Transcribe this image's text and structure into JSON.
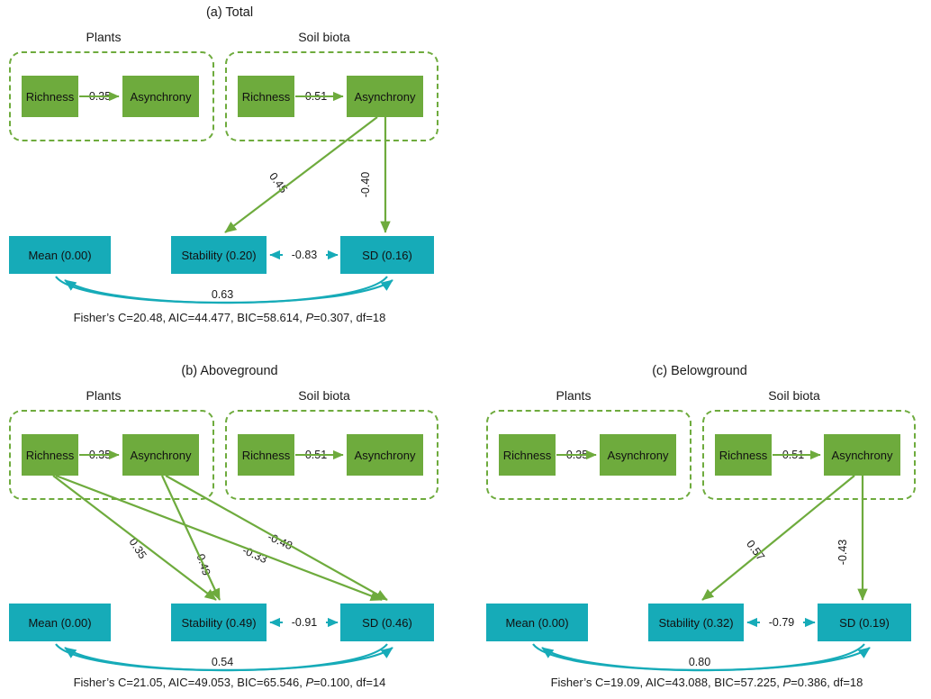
{
  "figure": {
    "colors": {
      "green": "#6eab3d",
      "teal": "#16abb8",
      "text": "#1a1a1a"
    }
  },
  "panels": [
    {
      "id": "total",
      "title": "(a) Total",
      "groups": [
        {
          "label": "Plants",
          "nodes": [
            {
              "label": "Richness"
            },
            {
              "label": "Asynchrony"
            }
          ],
          "path_coef": "0.35"
        },
        {
          "label": "Soil biota",
          "nodes": [
            {
              "label": "Richness"
            },
            {
              "label": "Asynchrony"
            }
          ],
          "path_coef": "0.51"
        }
      ],
      "response_nodes": [
        {
          "label": "Mean (0.00)"
        },
        {
          "label": "Stability (0.20)"
        },
        {
          "label": "SD (0.16)"
        }
      ],
      "paths": [
        {
          "from": "soil-asynchrony",
          "to": "stability",
          "coef": "0.45",
          "color": "green"
        },
        {
          "from": "soil-asynchrony",
          "to": "sd",
          "coef": "-0.40",
          "color": "green"
        },
        {
          "from": "stability",
          "to": "sd",
          "coef": "-0.83",
          "color": "teal",
          "bidirectional": true
        },
        {
          "from": "mean",
          "to": "sd",
          "coef": "0.63",
          "color": "teal",
          "bidirectional": true,
          "curved": true
        }
      ],
      "footer": {
        "prefix": "Fisher’s C=20.48, AIC=44.477, BIC=58.614, ",
        "p_italic": "P",
        "suffix": "=0.307, df=18"
      }
    },
    {
      "id": "aboveground",
      "title": "(b) Aboveground",
      "groups": [
        {
          "label": "Plants",
          "nodes": [
            {
              "label": "Richness"
            },
            {
              "label": "Asynchrony"
            }
          ],
          "path_coef": "0.35"
        },
        {
          "label": "Soil biota",
          "nodes": [
            {
              "label": "Richness"
            },
            {
              "label": "Asynchrony"
            }
          ],
          "path_coef": "0.51"
        }
      ],
      "response_nodes": [
        {
          "label": "Mean (0.00)"
        },
        {
          "label": "Stability (0.49)"
        },
        {
          "label": "SD (0.46)"
        }
      ],
      "paths": [
        {
          "from": "plant-richness",
          "to": "stability",
          "coef": "0.35",
          "color": "green"
        },
        {
          "from": "plant-asynchrony",
          "to": "stability",
          "coef": "0.49",
          "color": "green"
        },
        {
          "from": "plant-richness",
          "to": "sd",
          "coef": "-0.33",
          "color": "green"
        },
        {
          "from": "plant-asynchrony",
          "to": "sd",
          "coef": "-0.48",
          "color": "green"
        },
        {
          "from": "stability",
          "to": "sd",
          "coef": "-0.91",
          "color": "teal",
          "bidirectional": true
        },
        {
          "from": "mean",
          "to": "sd",
          "coef": "0.54",
          "color": "teal",
          "bidirectional": true,
          "curved": true
        }
      ],
      "footer": {
        "prefix": "Fisher’s C=21.05, AIC=49.053, BIC=65.546, ",
        "p_italic": "P",
        "suffix": "=0.100, df=14"
      }
    },
    {
      "id": "belowground",
      "title": "(c) Belowground",
      "groups": [
        {
          "label": "Plants",
          "nodes": [
            {
              "label": "Richness"
            },
            {
              "label": "Asynchrony"
            }
          ],
          "path_coef": "0.35"
        },
        {
          "label": "Soil biota",
          "nodes": [
            {
              "label": "Richness"
            },
            {
              "label": "Asynchrony"
            }
          ],
          "path_coef": "0.51"
        }
      ],
      "response_nodes": [
        {
          "label": "Mean (0.00)"
        },
        {
          "label": "Stability (0.32)"
        },
        {
          "label": "SD (0.19)"
        }
      ],
      "paths": [
        {
          "from": "soil-asynchrony",
          "to": "stability",
          "coef": "0.57",
          "color": "green"
        },
        {
          "from": "soil-asynchrony",
          "to": "sd",
          "coef": "-0.43",
          "color": "green"
        },
        {
          "from": "stability",
          "to": "sd",
          "coef": "-0.79",
          "color": "teal",
          "bidirectional": true
        },
        {
          "from": "mean",
          "to": "sd",
          "coef": "0.80",
          "color": "teal",
          "bidirectional": true,
          "curved": true
        }
      ],
      "footer": {
        "prefix": "Fisher’s C=19.09, AIC=43.088, BIC=57.225, ",
        "p_italic": "P",
        "suffix": "=0.386, df=18"
      }
    }
  ]
}
